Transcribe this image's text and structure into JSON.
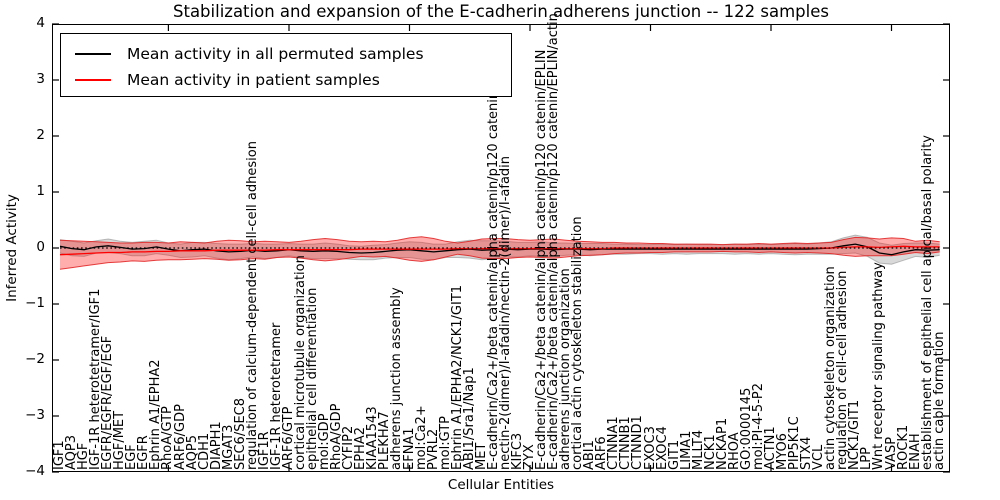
{
  "chart_data": {
    "type": "line",
    "title": "Stabilization and expansion of the E-cadherin adherens junction -- 122 samples",
    "xlabel": "Cellular Entities",
    "ylabel": "Inferred Activity",
    "ylim": [
      -4,
      4
    ],
    "yticks": [
      4,
      3,
      2,
      1,
      0,
      -1,
      -2,
      -3,
      -4
    ],
    "xtick_positions": [
      10,
      20,
      30,
      40,
      50,
      60,
      70
    ],
    "grid": false,
    "legend_position": "upper left",
    "categories": [
      "IGF1",
      "AQP3",
      "HGF",
      "IGF-1R heterotetramer/IGF1",
      "EGFR/EGFR/EGF/EGF",
      "HGF/MET",
      "EGF",
      "EGFR",
      "Ephrin A1/EPHA2",
      "RhoA/GTP",
      "ARF6/GDP",
      "AQP5",
      "CDH1",
      "DIAPH1",
      "MGAT3",
      "SEC6/SEC8",
      "regulation of calcium-dependent cell-cell adhesion",
      "IGF1R",
      "IGF-1R heterotetramer",
      "ARF6/GTP",
      "cortical microtubule organization",
      "epithelial cell differentiation",
      "mol:GDP",
      "RhoA/GDP",
      "CYFIP2",
      "EPHA2",
      "KIAA1543",
      "PLEKHA7",
      "adherens junction assembly",
      "EFNA1",
      "mol:Ca2+",
      "PVRL2",
      "mol:GTP",
      "Ephrin A1/EPHA2/NCK1/GIT1",
      "ABI1/Sra1/Nap1",
      "MET",
      "E-cadherin/Ca2+/beta catenin/alpha catenin/p120 catenin",
      "nectin-2(dimer)/I-afadin/nectin-2(dimer)/I-afadin",
      "KIFC3",
      "ZYX",
      "E-cadherin/Ca2+/beta catenin/alpha catenin/p120 catenin/EPLIN",
      "E-cadherin/Ca2+/beta catenin/alpha catenin/p120 catenin/EPLIN/actin",
      "adherens junction organization",
      "cortical actin cytoskeleton stabilization",
      "ABI1",
      "ARF6",
      "CTNNA1",
      "CTNNB1",
      "CTNND1",
      "EXOC3",
      "EXOC4",
      "GIT1",
      "LIMA1",
      "MLLT4",
      "NCK1",
      "NCKAP1",
      "RHOA",
      "GO:0000145",
      "mol:PI-4-5-P2",
      "ACTN1",
      "MYO6",
      "PIP5K1C",
      "STX4",
      "VCL",
      "actin cytoskeleton organization",
      "regulation of cell-cell adhesion",
      "NCK1/GIT1",
      "LPP",
      "Wnt receptor signaling pathway",
      "VASP",
      "ROCK1",
      "ENAH",
      "establishment of epithelial cell apical/basal polarity",
      "actin cable formation"
    ],
    "series": [
      {
        "name": "Mean activity in all permuted samples",
        "color": "#000000",
        "band_fill": "rgba(128,128,128,0.30)",
        "band_edge": "rgba(128,128,128,0.50)",
        "mean": [
          0.03,
          -0.01,
          -0.03,
          0.02,
          0.04,
          0.01,
          -0.02,
          -0.01,
          0.02,
          -0.02,
          -0.05,
          -0.03,
          -0.02,
          -0.05,
          -0.07,
          -0.06,
          -0.04,
          -0.06,
          -0.05,
          -0.03,
          -0.05,
          -0.06,
          -0.05,
          -0.06,
          -0.08,
          -0.09,
          -0.08,
          -0.06,
          -0.04,
          -0.03,
          -0.05,
          -0.07,
          -0.05,
          -0.03,
          -0.02,
          -0.04,
          -0.03,
          -0.02,
          -0.03,
          -0.02,
          -0.02,
          -0.03,
          -0.02,
          -0.02,
          -0.03,
          -0.02,
          -0.02,
          -0.02,
          -0.02,
          -0.02,
          -0.02,
          -0.02,
          -0.02,
          -0.02,
          -0.02,
          -0.02,
          -0.02,
          -0.02,
          -0.02,
          -0.02,
          -0.02,
          -0.02,
          -0.02,
          -0.01,
          0.0,
          0.04,
          0.07,
          0.02,
          -0.09,
          -0.12,
          -0.07,
          -0.03,
          -0.04,
          -0.03
        ],
        "std": [
          0.12,
          0.13,
          0.12,
          0.11,
          0.12,
          0.11,
          0.12,
          0.13,
          0.12,
          0.11,
          0.12,
          0.13,
          0.12,
          0.13,
          0.14,
          0.13,
          0.12,
          0.13,
          0.12,
          0.11,
          0.12,
          0.13,
          0.14,
          0.13,
          0.12,
          0.12,
          0.13,
          0.12,
          0.13,
          0.14,
          0.15,
          0.14,
          0.12,
          0.14,
          0.16,
          0.17,
          0.16,
          0.14,
          0.13,
          0.12,
          0.13,
          0.12,
          0.11,
          0.1,
          0.11,
          0.1,
          0.09,
          0.09,
          0.08,
          0.08,
          0.09,
          0.08,
          0.09,
          0.08,
          0.08,
          0.08,
          0.09,
          0.08,
          0.09,
          0.08,
          0.09,
          0.1,
          0.09,
          0.1,
          0.11,
          0.14,
          0.16,
          0.17,
          0.18,
          0.17,
          0.15,
          0.12,
          0.13,
          0.1
        ]
      },
      {
        "name": "Mean activity in patient samples",
        "color": "#ff0000",
        "band_fill": "rgba(255,0,0,0.32)",
        "band_edge": "rgba(225,30,30,0.85)",
        "mean": [
          -0.12,
          -0.11,
          -0.1,
          -0.09,
          -0.08,
          -0.08,
          -0.07,
          -0.07,
          -0.06,
          -0.06,
          -0.05,
          -0.05,
          -0.05,
          -0.04,
          -0.04,
          -0.04,
          -0.04,
          -0.04,
          -0.03,
          -0.03,
          -0.03,
          -0.03,
          -0.03,
          -0.03,
          -0.03,
          -0.02,
          -0.02,
          -0.02,
          -0.02,
          -0.02,
          -0.02,
          -0.02,
          -0.02,
          -0.01,
          -0.01,
          -0.01,
          -0.01,
          -0.01,
          -0.01,
          -0.01,
          -0.01,
          -0.01,
          -0.01,
          -0.01,
          -0.01,
          -0.01,
          0.0,
          0.0,
          0.0,
          0.0,
          0.0,
          0.0,
          0.0,
          0.0,
          0.0,
          0.0,
          0.0,
          0.0,
          0.0,
          0.0,
          0.0,
          0.0,
          0.0,
          0.0,
          0.0,
          0.01,
          0.02,
          0.02,
          0.01,
          0.02,
          0.03,
          0.02,
          0.02,
          0.02
        ],
        "std": [
          0.26,
          0.24,
          0.22,
          0.2,
          0.18,
          0.17,
          0.16,
          0.17,
          0.16,
          0.15,
          0.16,
          0.15,
          0.14,
          0.16,
          0.18,
          0.17,
          0.15,
          0.16,
          0.14,
          0.13,
          0.15,
          0.18,
          0.2,
          0.18,
          0.15,
          0.13,
          0.14,
          0.13,
          0.16,
          0.2,
          0.22,
          0.19,
          0.14,
          0.1,
          0.13,
          0.17,
          0.18,
          0.18,
          0.16,
          0.15,
          0.16,
          0.17,
          0.15,
          0.13,
          0.12,
          0.11,
          0.1,
          0.09,
          0.09,
          0.08,
          0.08,
          0.07,
          0.07,
          0.07,
          0.07,
          0.06,
          0.07,
          0.07,
          0.08,
          0.07,
          0.08,
          0.09,
          0.08,
          0.09,
          0.1,
          0.14,
          0.17,
          0.16,
          0.15,
          0.16,
          0.14,
          0.1,
          0.12,
          0.09
        ]
      }
    ],
    "reference_line": {
      "y": 0,
      "style": "dotted",
      "color": "#000000"
    }
  }
}
